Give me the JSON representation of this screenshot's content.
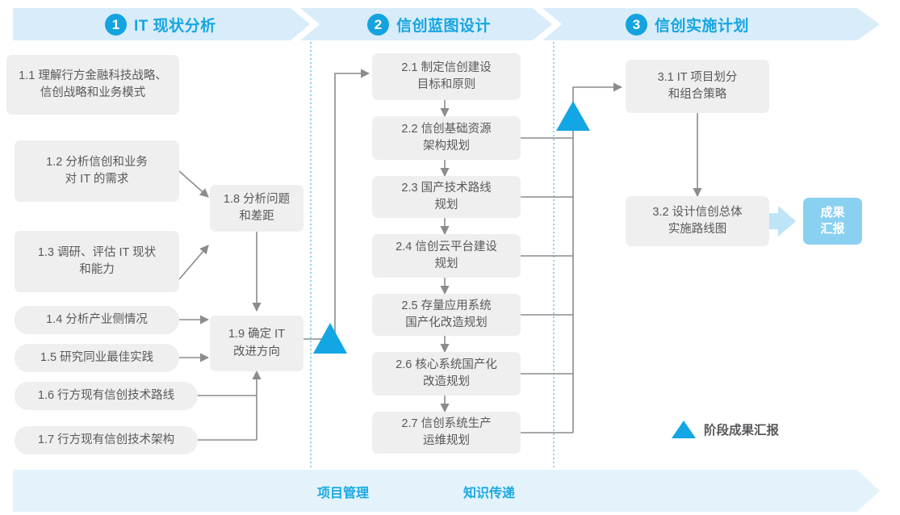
{
  "colors": {
    "banner_fill": "#D8EDF9",
    "bottom_band_fill": "#E4F3FB",
    "accent_blue": "#17A5E2",
    "marker_blue": "#12A6E4",
    "box_fill": "#EFEFEF",
    "box_text": "#58595B",
    "badge_fill": "#8AD0F0",
    "badge_arrow": "#BDE4F7",
    "connector_gray": "#8C8C8C",
    "divider_dotted": "#5BC2E7"
  },
  "header": {
    "phases": [
      {
        "number": "1",
        "title": "IT 现状分析"
      },
      {
        "number": "2",
        "title": "信创蓝图设计"
      },
      {
        "number": "3",
        "title": "信创实施计划"
      }
    ]
  },
  "phase1": {
    "inputs": [
      {
        "id": "1.1",
        "label": "1.1 理解行方金融科技战略、\n信创战略和业务模式"
      },
      {
        "id": "1.2",
        "label": "1.2 分析信创和业务\n对 IT 的需求"
      },
      {
        "id": "1.3",
        "label": "1.3 调研、评估 IT 现状\n和能力"
      },
      {
        "id": "1.4",
        "label": "1.4 分析产业侧情况"
      },
      {
        "id": "1.5",
        "label": "1.5 研究同业最佳实践"
      },
      {
        "id": "1.6",
        "label": "1.6 行方现有信创技术路线"
      },
      {
        "id": "1.7",
        "label": "1.7 行方现有信创技术架构"
      }
    ],
    "synthesis": [
      {
        "id": "1.8",
        "label": "1.8 分析问题\n和差距"
      },
      {
        "id": "1.9",
        "label": "1.9 确定 IT\n改进方向"
      }
    ]
  },
  "phase2": {
    "steps": [
      {
        "id": "2.1",
        "label": "2.1 制定信创建设\n目标和原则"
      },
      {
        "id": "2.2",
        "label": "2.2 信创基础资源\n架构规划"
      },
      {
        "id": "2.3",
        "label": "2.3 国产技术路线\n规划"
      },
      {
        "id": "2.4",
        "label": "2.4 信创云平台建设\n规划"
      },
      {
        "id": "2.5",
        "label": "2.5 存量应用系统\n国产化改造规划"
      },
      {
        "id": "2.6",
        "label": "2.6 核心系统国产化\n改造规划"
      },
      {
        "id": "2.7",
        "label": "2.7 信创系统生产\n运维规划"
      }
    ]
  },
  "phase3": {
    "steps": [
      {
        "id": "3.1",
        "label": "3.1 IT 项目划分\n和组合策略"
      },
      {
        "id": "3.2",
        "label": "3.2 设计信创总体\n实施路线图"
      }
    ],
    "result_badge": "成果\n汇报"
  },
  "legend": {
    "marker_label": "阶段成果汇报"
  },
  "bottom_band": {
    "labels": [
      "项目管理",
      "知识传递"
    ]
  }
}
